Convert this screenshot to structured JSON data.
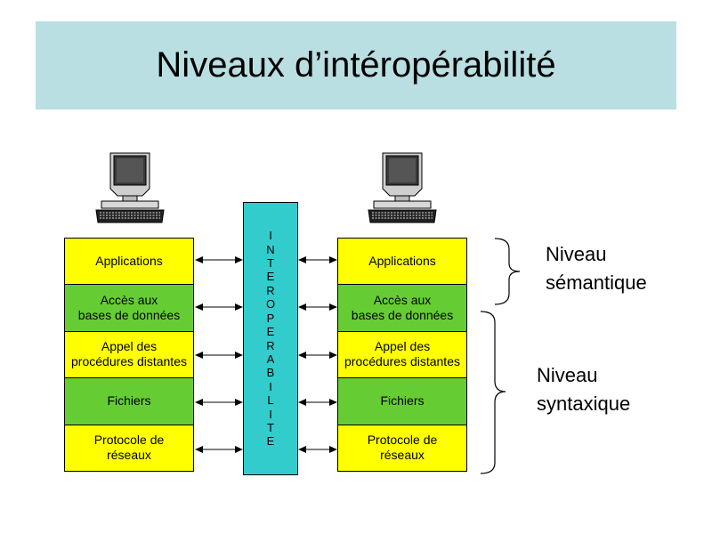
{
  "title": "Niveaux d’intéropérabilité",
  "left_stack": [
    {
      "label": "Applications",
      "color": "yellow"
    },
    {
      "label": "Accès aux\nbases de données",
      "color": "green"
    },
    {
      "label": "Appel des\nprocédures distantes",
      "color": "yellow"
    },
    {
      "label": "Fichiers",
      "color": "green"
    },
    {
      "label": "Protocole de\nréseaux",
      "color": "yellow"
    }
  ],
  "right_stack": [
    {
      "label": "Applications",
      "color": "yellow"
    },
    {
      "label": "Accès aux\nbases de données",
      "color": "green"
    },
    {
      "label": "Appel des\nprocédures distantes",
      "color": "yellow"
    },
    {
      "label": "Fichiers",
      "color": "green"
    },
    {
      "label": "Protocole de\nréseaux",
      "color": "yellow"
    }
  ],
  "center_bar_text": "INTEROPERABILITE",
  "labels": {
    "semantic": "Niveau\nsémantique",
    "syntactic": "Niveau\nsyntaxique"
  },
  "icons": [
    "computer-icon",
    "computer-icon"
  ],
  "colors": {
    "title_bg": "#b9dfe2",
    "layer_yellow": "#ffff00",
    "layer_green": "#66cc33",
    "center_bar": "#33cccc"
  }
}
